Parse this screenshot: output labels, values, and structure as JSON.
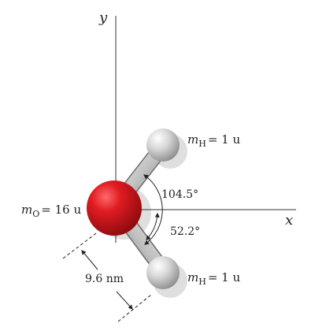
{
  "axes": {
    "x_label": "x",
    "y_label": "y"
  },
  "oxygen": {
    "mass_symbol": "m",
    "mass_subscript": "O",
    "mass_value": "= 16 u"
  },
  "hydrogen_top": {
    "mass_symbol": "m",
    "mass_subscript": "H",
    "mass_value": "= 1 u"
  },
  "hydrogen_bottom": {
    "mass_symbol": "m",
    "mass_subscript": "H",
    "mass_value": "= 1 u"
  },
  "angles": {
    "bond_angle": "104.5°",
    "half_angle": "52.2°"
  },
  "distance": {
    "label": "9.6 nm"
  },
  "colors": {
    "oxygen": "#c8141a",
    "hydrogen": "#d8d8d8",
    "axis": "#333333"
  }
}
